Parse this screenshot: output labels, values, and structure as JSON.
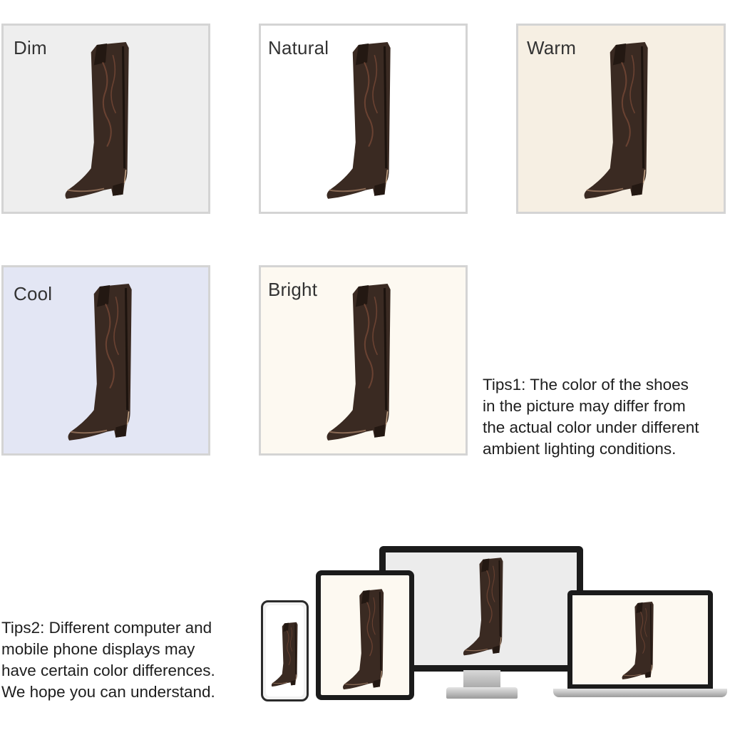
{
  "panels": [
    {
      "label": "Dim",
      "bg": "#eeeeee"
    },
    {
      "label": "Natural",
      "bg": "#ffffff"
    },
    {
      "label": "Warm",
      "bg": "#f6efe3"
    },
    {
      "label": "Cool",
      "bg": "#e3e6f4"
    },
    {
      "label": "Bright",
      "bg": "#fdf9f1"
    }
  ],
  "tips1": {
    "lines": [
      "Tips1: The color of the shoes",
      "in the picture may differ from",
      "the actual color under different",
      "ambient lighting conditions."
    ]
  },
  "tips2": {
    "lines": [
      "Tips2:  Different computer and",
      "mobile  phone  displays  may",
      "have certain color differences.",
      "We hope you can understand."
    ]
  },
  "devices": [
    "phone",
    "tablet",
    "monitor",
    "laptop"
  ],
  "colors": {
    "boot": "#3a2a22",
    "boot_dark": "#231812",
    "stitch": "#6a4232",
    "panel_border": "#d4d4d4",
    "device_frame": "#1b1b1b"
  }
}
